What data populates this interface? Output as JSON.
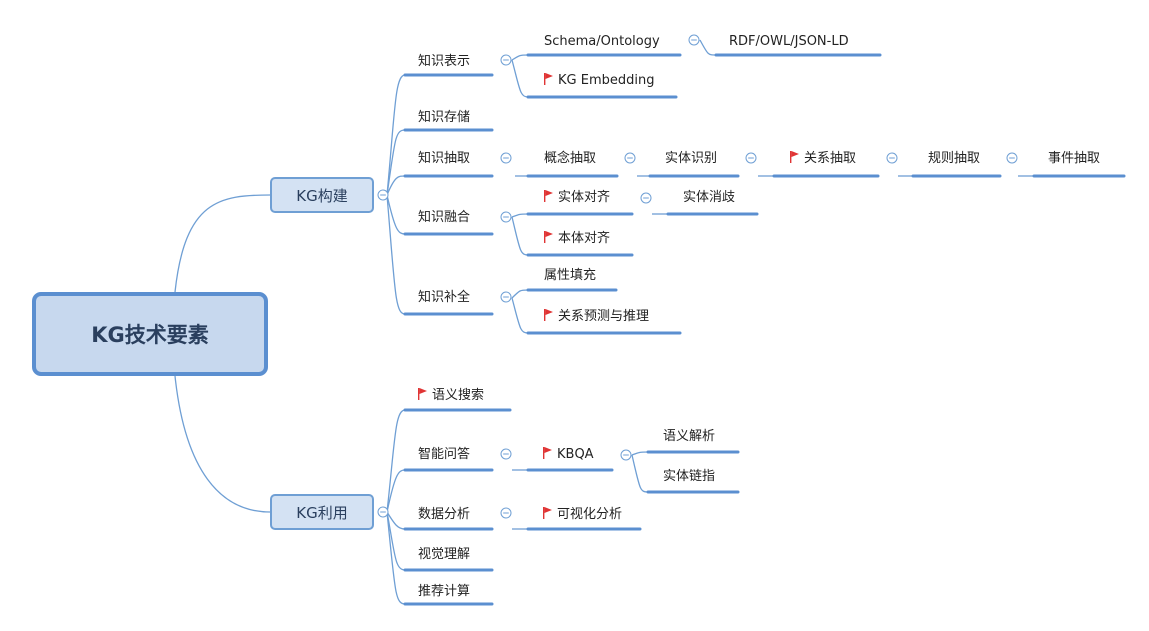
{
  "root": "KG技术要素",
  "branches": {
    "build": {
      "label": "KG构建",
      "representation": {
        "label": "知识表示",
        "schema": "Schema/Ontology",
        "rdf": "RDF/OWL/JSON-LD",
        "embedding": "KG Embedding"
      },
      "storage": {
        "label": "知识存储"
      },
      "extraction": {
        "label": "知识抽取",
        "concept": "概念抽取",
        "entity": "实体识别",
        "relation": "关系抽取",
        "rule": "规则抽取",
        "event": "事件抽取"
      },
      "fusion": {
        "label": "知识融合",
        "entity_align": "实体对齐",
        "disambiguation": "实体消歧",
        "ontology_align": "本体对齐"
      },
      "completion": {
        "label": "知识补全",
        "attr_fill": "属性填充",
        "relation_pred": "关系预测与推理"
      }
    },
    "use": {
      "label": "KG利用",
      "semantic_search": "语义搜索",
      "qa": {
        "label": "智能问答",
        "kbqa": "KBQA",
        "parsing": "语义解析",
        "linking": "实体链指"
      },
      "analytics": {
        "label": "数据分析",
        "visual": "可视化分析"
      },
      "vision": "视觉理解",
      "recommend": "推荐计算"
    }
  },
  "colors": {
    "line": "#5b8fd0",
    "flag": "#e03434",
    "collapse": "#6f9fd4"
  },
  "icons": {
    "flag": "flag-icon",
    "collapse": "collapse-minus-icon"
  }
}
